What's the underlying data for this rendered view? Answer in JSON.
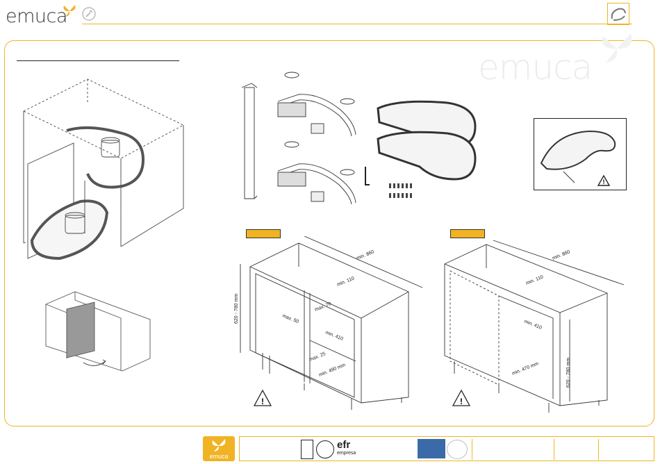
{
  "brand": {
    "name": "emuca"
  },
  "watermark": {
    "text": "emuca"
  },
  "options": {
    "left_tag": "",
    "right_tag": ""
  },
  "dimensions": {
    "left": {
      "min_860": "min. 860",
      "min_110": "min. 110",
      "max_70": "max. 70",
      "max_50": "max. 50",
      "min_410": "min. 410",
      "max_25": "max. 25",
      "min_490": "min. 490 mm",
      "height": "620 - 780 mm"
    },
    "right": {
      "min_860": "min. 860",
      "min_110": "min. 110",
      "min_410": "min. 410",
      "min_470": "min. 470 mm",
      "height": "620 - 780 mm"
    }
  },
  "footer": {
    "logo_text": "emuca",
    "cert_efr": "efr",
    "cert_efr_sub": "empresa"
  },
  "colors": {
    "accent": "#f0b323",
    "line": "#222222"
  }
}
